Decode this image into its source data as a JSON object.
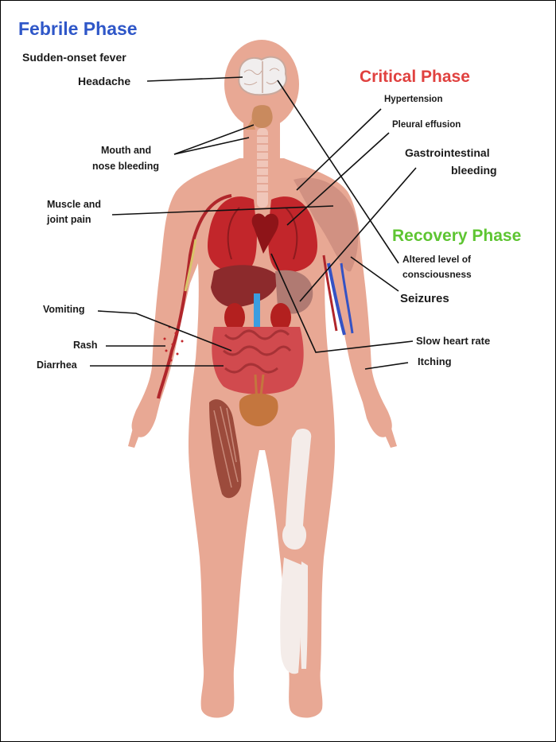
{
  "colors": {
    "febrile": "#2f57c8",
    "critical": "#e0413f",
    "recovery": "#5ec532",
    "skin": "#e8a894",
    "skin_dark": "#d98f7a",
    "organ_red": "#c2262b",
    "text": "#1a1a1a"
  },
  "phases": {
    "febrile": "Febrile Phase",
    "critical": "Critical Phase",
    "recovery": "Recovery Phase"
  },
  "labels": {
    "sudden_onset_fever": "Sudden-onset fever",
    "headache": "Headache",
    "mouth_nose_1": "Mouth and",
    "mouth_nose_2": "nose bleeding",
    "muscle_joint_1": "Muscle and",
    "muscle_joint_2": "joint pain",
    "vomiting": "Vomiting",
    "rash": "Rash",
    "diarrhea": "Diarrhea",
    "hypertension": "Hypertension",
    "pleural_effusion": "Pleural effusion",
    "gi_bleeding_1": "Gastrointestinal",
    "gi_bleeding_2": "bleeding",
    "altered_consciousness_1": "Altered level of",
    "altered_consciousness_2": "consciousness",
    "seizures": "Seizures",
    "slow_heart_rate": "Slow heart rate",
    "itching": "Itching"
  }
}
